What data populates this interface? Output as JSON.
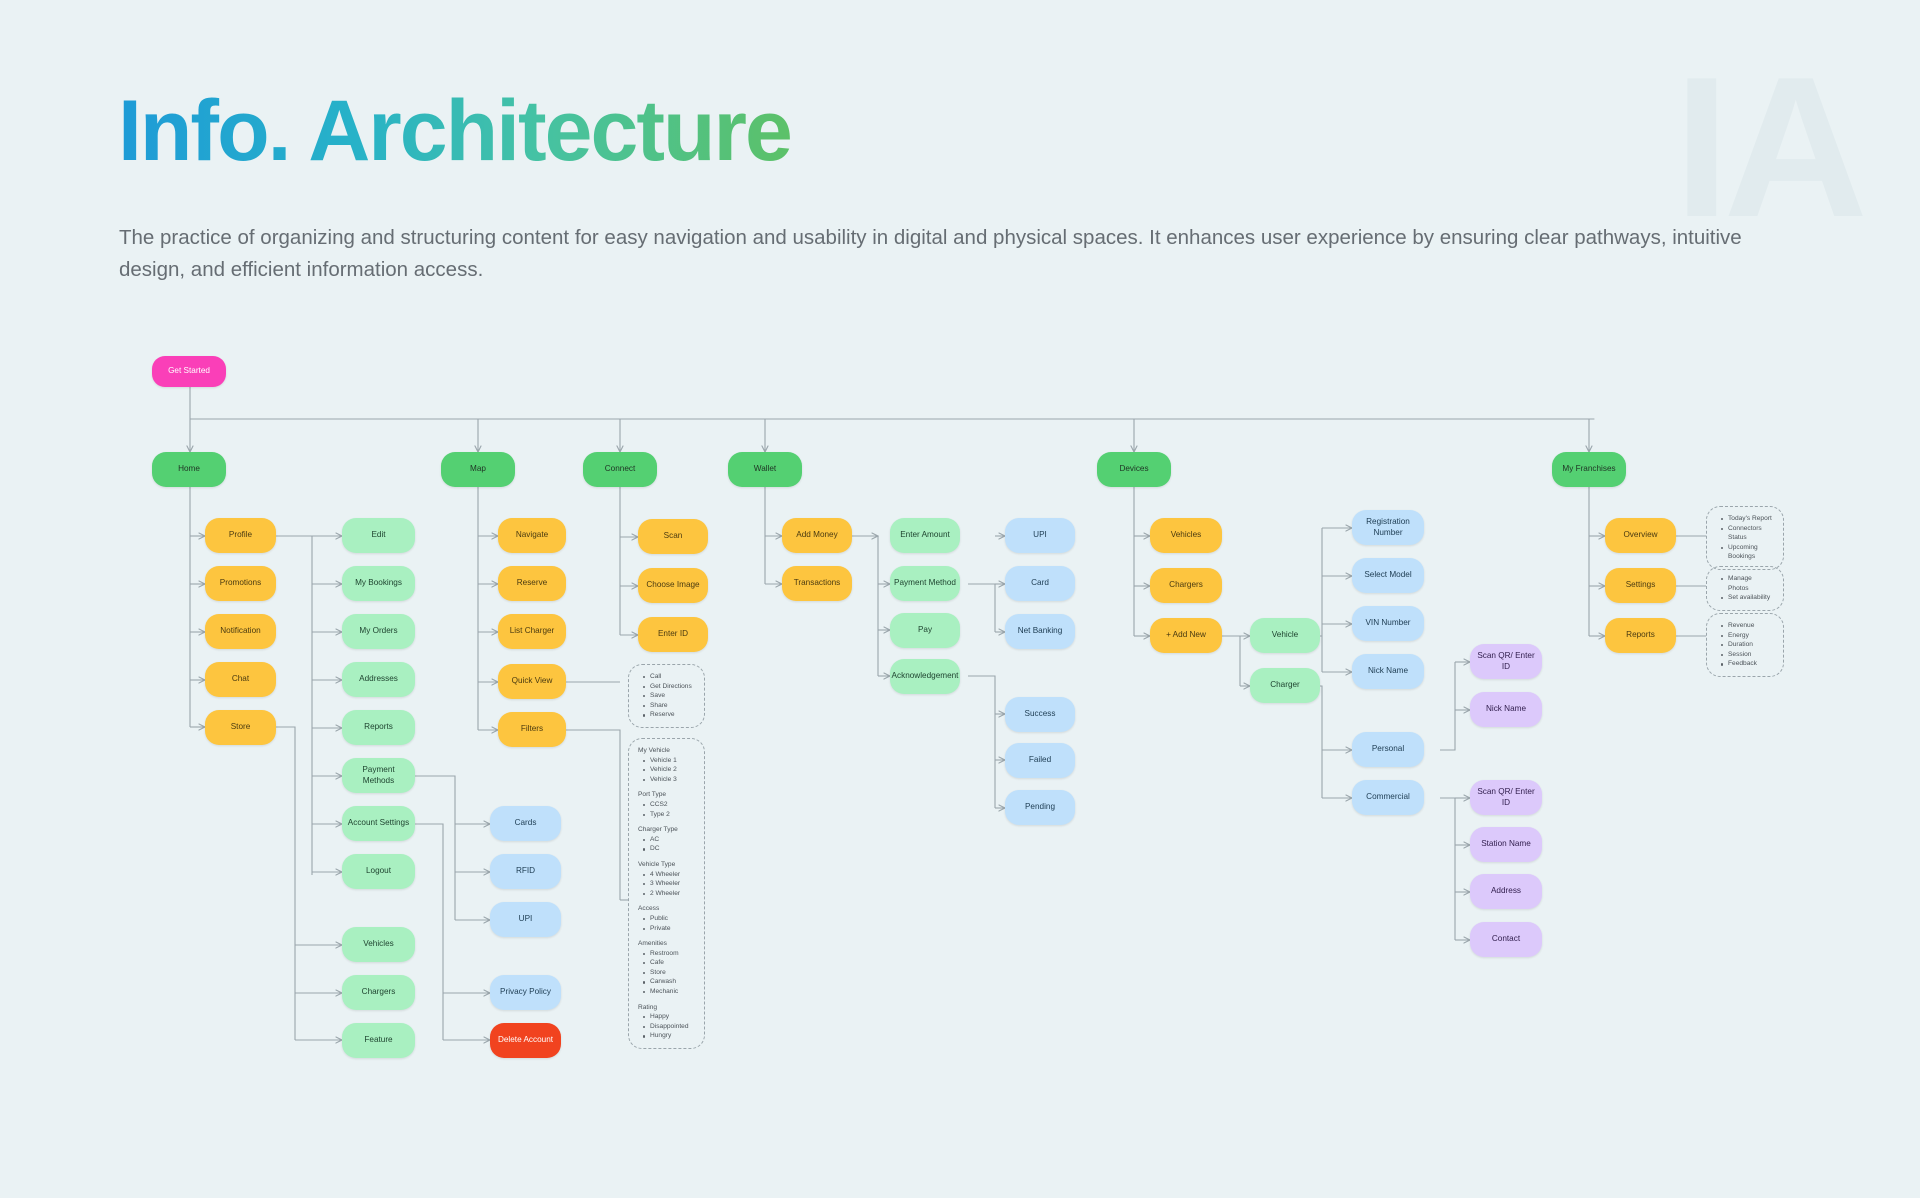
{
  "header": {
    "title": "Info. Architecture",
    "watermark": "IA",
    "subtitle": "The practice of organizing and structuring content for easy navigation and usability in digital and physical spaces. It enhances user experience by ensuring clear pathways, intuitive design, and efficient information access."
  },
  "colors": {
    "background": "#eaf2f4",
    "root": "#fa3fb8",
    "section": "#54d072",
    "primary": "#fdc53f",
    "mint": "#a9f0c1",
    "blue": "#bfe0fb",
    "purple": "#dcc9fb",
    "danger": "#f1431f",
    "wire": "#9aa5ab"
  },
  "nodes": {
    "root": "Get Started",
    "sections": [
      "Home",
      "Map",
      "Connect",
      "Wallet",
      "Devices",
      "My Franchises"
    ],
    "home": {
      "primary": [
        "Profile",
        "Promotions",
        "Notification",
        "Chat",
        "Store"
      ],
      "profile_children": [
        "Edit",
        "My Bookings",
        "My Orders",
        "Addresses",
        "Reports",
        "Payment Methods",
        "Account Settings",
        "Logout"
      ],
      "store_children": [
        "Vehicles",
        "Chargers",
        "Feature"
      ],
      "payment_children": [
        "Cards",
        "RFID",
        "UPI"
      ],
      "account_children": [
        "Privacy Policy",
        "Delete Account"
      ]
    },
    "map": {
      "primary": [
        "Navigate",
        "Reserve",
        "List Charger",
        "Quick View",
        "Filters"
      ],
      "quick_view": [
        "Call",
        "Get Directions",
        "Save",
        "Share",
        "Reserve"
      ],
      "filters": [
        {
          "group": "My Vehicle",
          "items": [
            "Vehicle 1",
            "Vehicle 2",
            "Vehicle 3"
          ]
        },
        {
          "group": "Port Type",
          "items": [
            "CCS2",
            "Type 2"
          ]
        },
        {
          "group": "Charger Type",
          "items": [
            "AC",
            "DC"
          ]
        },
        {
          "group": "Vehicle Type",
          "items": [
            "4 Wheeler",
            "3 Wheeler",
            "2 Wheeler"
          ]
        },
        {
          "group": "Access",
          "items": [
            "Public",
            "Private"
          ]
        },
        {
          "group": "Amenities",
          "items": [
            "Restroom",
            "Cafe",
            "Store",
            "Carwash",
            "Mechanic"
          ]
        },
        {
          "group": "Rating",
          "items": [
            "Happy",
            "Disappointed",
            "Hungry"
          ]
        }
      ]
    },
    "connect": {
      "primary": [
        "Scan",
        "Choose Image",
        "Enter ID"
      ]
    },
    "wallet": {
      "primary": [
        "Add Money",
        "Transactions"
      ],
      "steps": [
        "Enter Amount",
        "Payment Method",
        "Pay",
        "Acknowledgement"
      ],
      "methods": [
        "UPI",
        "Card",
        "Net Banking"
      ],
      "results": [
        "Success",
        "Failed",
        "Pending"
      ]
    },
    "devices": {
      "primary": [
        "Vehicles",
        "Chargers",
        "+ Add New"
      ],
      "types": [
        "Vehicle",
        "Charger"
      ],
      "vehicle_fields": [
        "Registration Number",
        "Select Model",
        "VIN Number",
        "Nick Name"
      ],
      "charger_kinds": [
        "Personal",
        "Commercial"
      ],
      "personal_fields": [
        "Scan QR/ Enter ID",
        "Nick Name"
      ],
      "commercial_fields": [
        "Scan QR/ Enter ID",
        "Station Name",
        "Address",
        "Contact"
      ]
    },
    "franchises": {
      "primary": [
        "Overview",
        "Settings",
        "Reports"
      ],
      "overview_list": [
        "Today's Report",
        "Connectors Status",
        "Upcoming Bookings"
      ],
      "settings_list": [
        "Manage Photos",
        "Set availability"
      ],
      "reports_list": [
        "Revenue",
        "Energy",
        "Duration",
        "Session",
        "Feedback"
      ]
    }
  }
}
